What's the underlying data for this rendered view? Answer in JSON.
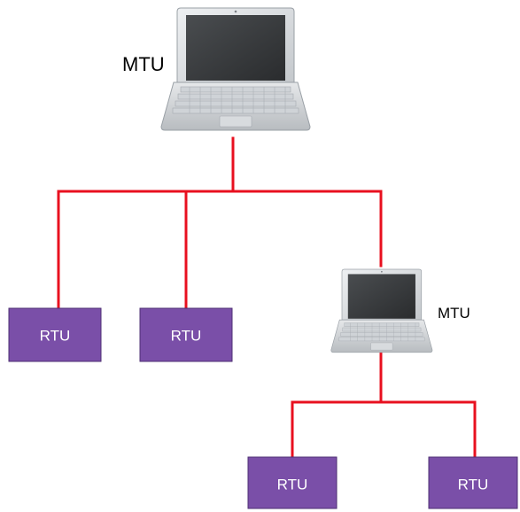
{
  "diagram": {
    "top_controller": {
      "label": "MTU",
      "icon": "laptop-icon"
    },
    "sub_controller": {
      "label": "MTU",
      "icon": "laptop-icon"
    },
    "rtus": [
      {
        "label": "RTU"
      },
      {
        "label": "RTU"
      },
      {
        "label": "RTU"
      },
      {
        "label": "RTU"
      }
    ],
    "colors": {
      "link": "#e8101f",
      "rtu_fill": "#7a4fa8",
      "rtu_text": "#ffffff"
    }
  }
}
